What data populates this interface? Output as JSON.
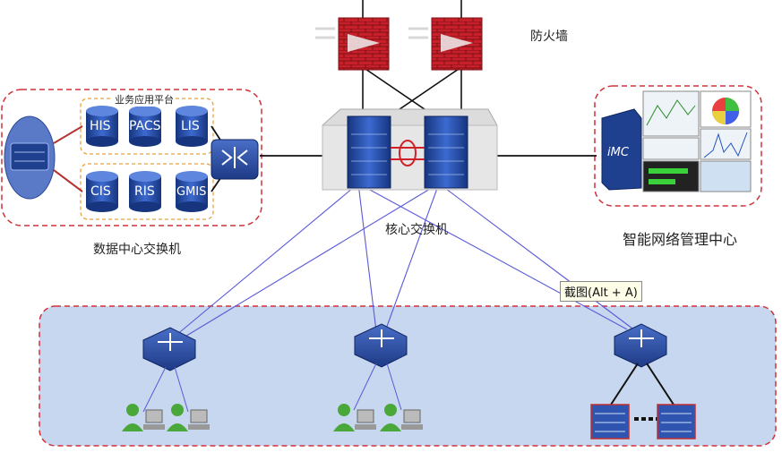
{
  "labels": {
    "firewall": "防火墙",
    "core_switch": "核心交换机",
    "datacenter_switch": "数据中心交换机",
    "nms_center": "智能网络管理中心",
    "app_platform": "业务应用平台",
    "imc": "iMC",
    "tooltip": "截图(Alt + A)"
  },
  "servers_top": [
    "HIS",
    "PACS",
    "LIS"
  ],
  "servers_bottom": [
    "CIS",
    "RIS",
    "GMIS"
  ],
  "colors": {
    "firewall_red": "#c8202a",
    "server_blue": "#1f3f8f",
    "link_blue": "#5a5ad8",
    "region_fill": "#c6d7ef",
    "dash_red": "#d0303a",
    "dash_orange": "#e8a040"
  }
}
